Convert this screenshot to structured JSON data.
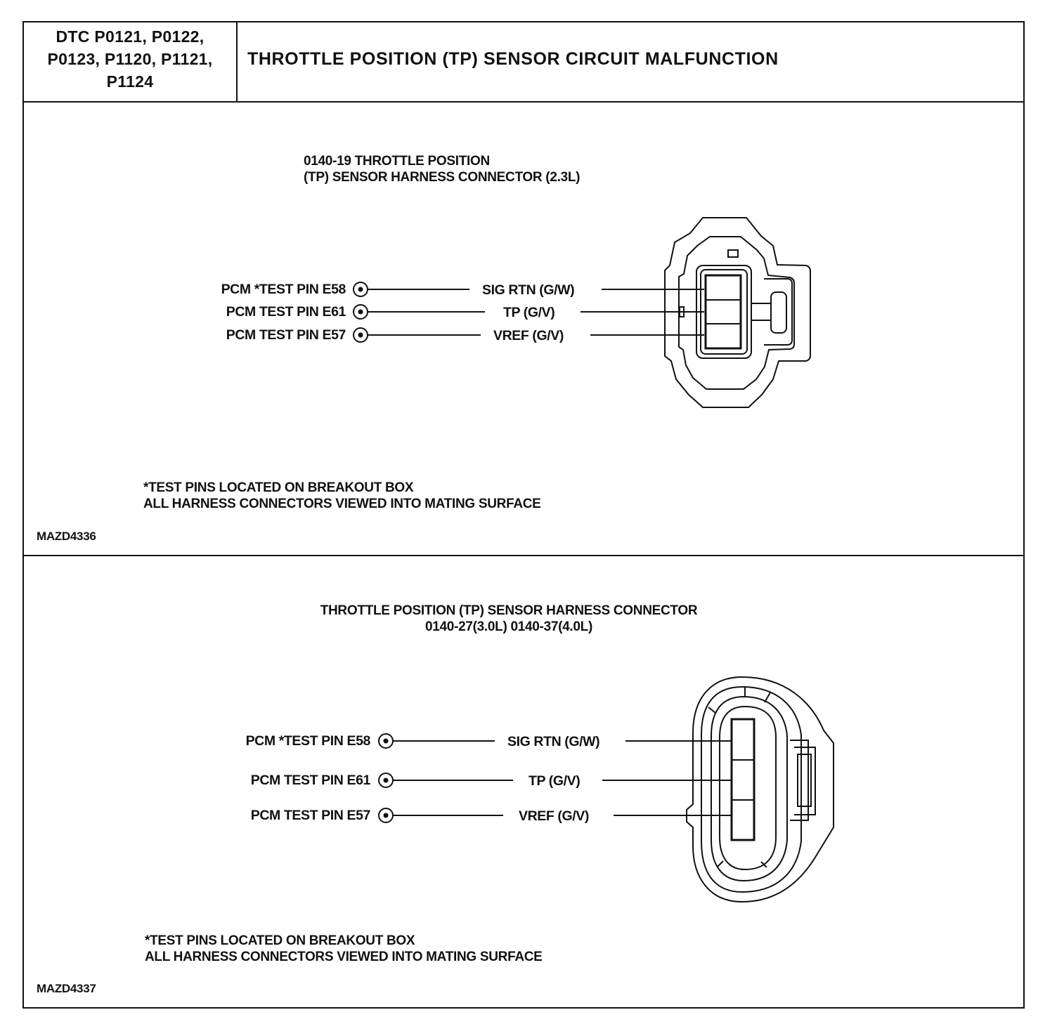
{
  "header": {
    "dtc_lines": [
      "DTC P0121, P0122,",
      "P0123, P1120, P1121,",
      "P1124"
    ],
    "title": "THROTTLE POSITION (TP) SENSOR CIRCUIT MALFUNCTION"
  },
  "panel1": {
    "title_lines": [
      "0140-19 THROTTLE POSITION",
      "(TP) SENSOR HARNESS CONNECTOR (2.3L)"
    ],
    "pins": [
      {
        "test_pin": "PCM *TEST PIN E58",
        "circuit": "SIG RTN (G/W)"
      },
      {
        "test_pin": "PCM TEST PIN E61",
        "circuit": "TP (G/V)"
      },
      {
        "test_pin": "PCM TEST PIN E57",
        "circuit": "VREF (G/V)"
      }
    ],
    "notes": [
      "*TEST PINS LOCATED ON BREAKOUT BOX",
      "ALL HARNESS CONNECTORS VIEWED INTO MATING SURFACE"
    ],
    "figure_code": "MAZD4336"
  },
  "panel2": {
    "title_lines": [
      "THROTTLE POSITION (TP) SENSOR HARNESS CONNECTOR",
      "0140-27(3.0L) 0140-37(4.0L)"
    ],
    "pins": [
      {
        "test_pin": "PCM *TEST PIN E58",
        "circuit": "SIG RTN (G/W)"
      },
      {
        "test_pin": "PCM TEST PIN E61",
        "circuit": "TP (G/V)"
      },
      {
        "test_pin": "PCM TEST PIN E57",
        "circuit": "VREF (G/V)"
      }
    ],
    "notes": [
      "*TEST PINS LOCATED ON BREAKOUT BOX",
      "ALL HARNESS CONNECTORS VIEWED INTO MATING SURFACE"
    ],
    "figure_code": "MAZD4337"
  }
}
